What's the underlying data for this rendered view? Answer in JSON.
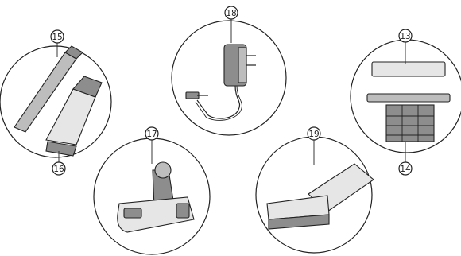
{
  "diagram": {
    "callouts": [
      {
        "id": "c13",
        "label": "13"
      },
      {
        "id": "c14",
        "label": "14"
      },
      {
        "id": "c15",
        "label": "15"
      },
      {
        "id": "c16",
        "label": "16"
      },
      {
        "id": "c17",
        "label": "17"
      },
      {
        "id": "c18",
        "label": "18"
      },
      {
        "id": "c19",
        "label": "19"
      }
    ]
  }
}
